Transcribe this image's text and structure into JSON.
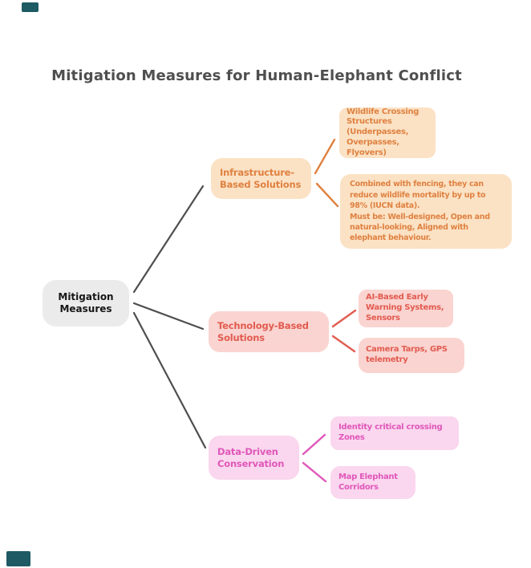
{
  "title": "Mitigation Measures for Human-Elephant Conflict",
  "root": {
    "label": "Mitigation\nMeasures"
  },
  "branches": [
    {
      "label": "Infrastructure-\nBased Solutions",
      "text_color": "#DF8140",
      "bg_color": "#FBE2C5",
      "children": [
        {
          "label": "Wildlife Crossing\nStructures\n(Underpasses,\nOverpasses,\nFlyovers)"
        },
        {
          "label": "Combined with fencing, they can\nreduce wildlife mortality by up to\n98% (IUCN data).\nMust be: Well-designed, Open and\nnatural-looking, Aligned with\nelephant behaviour."
        }
      ]
    },
    {
      "label": "Technology-Based\nSolutions",
      "text_color": "#E25B50",
      "bg_color": "#FAD4D0",
      "children": [
        {
          "label": "AI-Based Early\nWarning Systems,\nSensors"
        },
        {
          "label": "Camera Tarps, GPS\ntelemetry"
        }
      ]
    },
    {
      "label": "Data-Driven\nConservation",
      "text_color": "#E057BA",
      "bg_color": "#FAD7EE",
      "children": [
        {
          "label": "Identity critical crossing\nZones"
        },
        {
          "label": "Map Elephant\nCorridors"
        }
      ]
    }
  ],
  "colors": {
    "background": "#FFFFFF",
    "title": "#4F4F4F",
    "root_bg": "#EBEBEB",
    "root_text": "#161616",
    "edge_gray": "#4E4E4E",
    "teal_mark": "#1E5A64"
  }
}
